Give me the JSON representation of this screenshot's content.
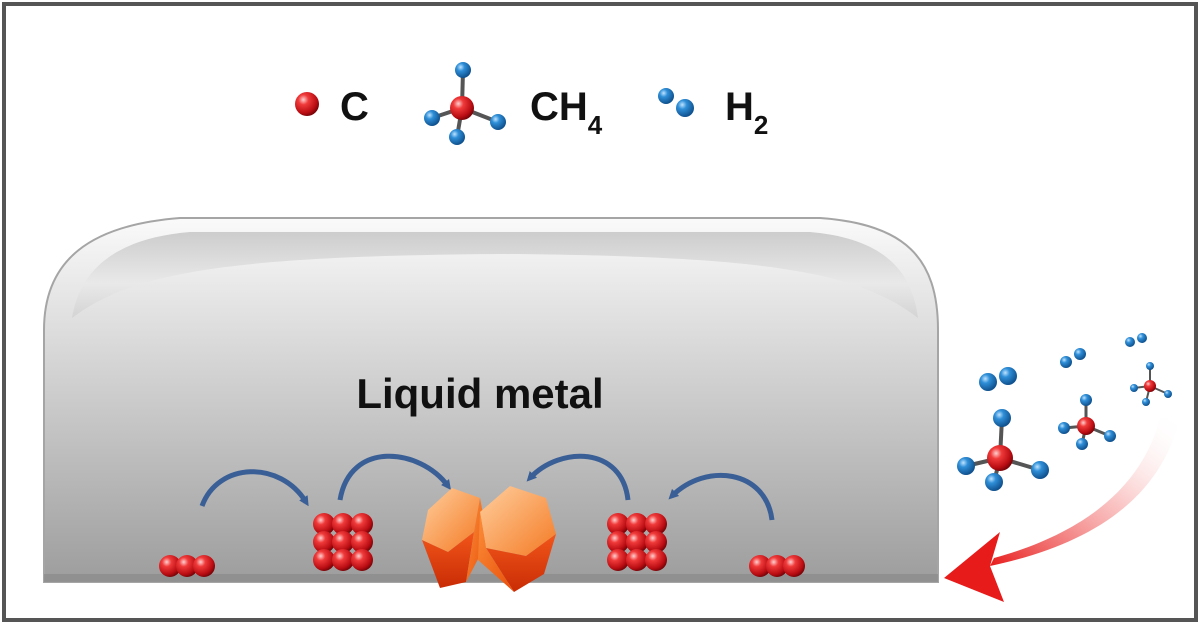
{
  "legend": {
    "carbon_label": "C",
    "methane_label": "CH",
    "methane_subscript": "4",
    "hydrogen_label": "H",
    "hydrogen_subscript": "2"
  },
  "metal": {
    "label": "Liquid metal"
  },
  "colors": {
    "carbon": "#d8151c",
    "hydrogen": "#1a78c2",
    "arrow_blue": "#3a5f96",
    "crystal": "#f26a10",
    "inflow_arrow": "#e81b1b",
    "border": "#555555"
  },
  "icons": [
    "carbon-atom-icon",
    "methane-molecule-icon",
    "hydrogen-molecule-icon",
    "carbon-cluster-icon",
    "graphene-crystal-icon",
    "hop-arrow-icon",
    "gas-inflow-arrow-icon"
  ]
}
